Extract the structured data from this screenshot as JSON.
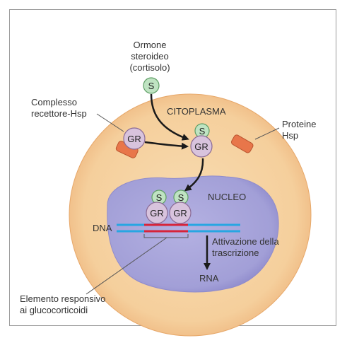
{
  "labels": {
    "hormone_line1": "Ormone",
    "hormone_line2": "steroideo",
    "hormone_line3": "(cortisolo)",
    "complex_line1": "Complesso",
    "complex_line2": "recettore-Hsp",
    "cytoplasm": "CITOPLASMA",
    "hsp_line1": "Proteine",
    "hsp_line2": "Hsp",
    "nucleus": "NUCLEO",
    "dna": "DNA",
    "activation_line1": "Attivazione della",
    "activation_line2": "trascrizione",
    "rna": "RNA",
    "element_line1": "Elemento responsivo",
    "element_line2": "ai glucocorticoidi"
  },
  "molecules": {
    "steroid": "S",
    "receptor": "GR"
  },
  "colors": {
    "cell_fill": "#f6d3a2",
    "cell_edge": "#e7a86a",
    "nucleus_fill": "#a8a5db",
    "nucleus_edge": "#7e7bc4",
    "steroid_fill": "#bfe3c2",
    "steroid_edge": "#5e9e65",
    "receptor_fill": "#d8c3dd",
    "receptor_edge": "#8a6a95",
    "hsp_fill": "#e8764a",
    "dna_strand": "#27a6e2",
    "gre": "#d6243a",
    "arrow": "#1a1a1a"
  }
}
